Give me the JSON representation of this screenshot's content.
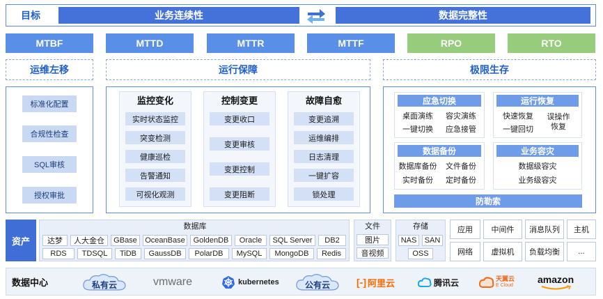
{
  "goal": {
    "label": "目标",
    "left": "业务连续性",
    "right": "数据完整性"
  },
  "metrics": [
    "MTBF",
    "MTTD",
    "MTTR",
    "MTTF",
    "RPO",
    "RTO"
  ],
  "sections": {
    "left": "运维左移",
    "mid": "运行保障",
    "right": "极限生存"
  },
  "left_items": [
    "标准化配置",
    "合规性检查",
    "SQL审核",
    "授权审批"
  ],
  "columns": [
    {
      "title": "监控变化",
      "items": [
        "实时状态监控",
        "突变检测",
        "健康巡检",
        "告警通知",
        "可视化观测"
      ]
    },
    {
      "title": "控制变更",
      "items": [
        "变更收口",
        "变更审核",
        "变更控制",
        "变更阻断"
      ]
    },
    {
      "title": "故障自愈",
      "items": [
        "变更追溯",
        "运维编排",
        "日志清理",
        "一键扩容",
        "锁处理"
      ]
    }
  ],
  "right_blocks": {
    "emergency": {
      "title": "应急切换",
      "items": [
        "桌面演练",
        "容灾演练",
        "一键切换",
        "应急接管"
      ]
    },
    "recovery": {
      "title": "运行恢复",
      "items": [
        "快速恢复",
        "一键回切",
        "误操作恢复"
      ]
    },
    "backup": {
      "title": "数据备份",
      "items": [
        "数据库备份",
        "文件备份",
        "实时备份",
        "定时备份"
      ]
    },
    "disaster": {
      "title": "业务容灾",
      "items": [
        "数据级容灾",
        "业务级容灾"
      ]
    },
    "ransom": "防勒索"
  },
  "assets": {
    "label": "资产",
    "db_title": "数据库",
    "db_row1": [
      "达梦",
      "人大金仓",
      "GBase",
      "OceanBase",
      "GoldenDB",
      "Oracle",
      "SQL Server",
      "DB2"
    ],
    "db_row2": [
      "RDS",
      "TDSQL",
      "TiDB",
      "GaussDB",
      "PolarDB",
      "MySQL",
      "MongoDB",
      "Redis"
    ],
    "file_title": "文件",
    "file_items": [
      "图片",
      "音视频"
    ],
    "storage_title": "存储",
    "storage_items": [
      "NAS",
      "SAN",
      "OSS"
    ],
    "grid": [
      "应用",
      "中间件",
      "消息队列",
      "主机",
      "网络",
      "虚拟机",
      "负载均衡",
      "..."
    ]
  },
  "datacenter": {
    "label": "数据中心",
    "logos": [
      "私有云",
      "vmware",
      "kubernetes",
      "公有云",
      "阿里云",
      "腾讯云",
      "天翼云",
      "amazon"
    ],
    "tianyi_sub": "E Cloud"
  }
}
